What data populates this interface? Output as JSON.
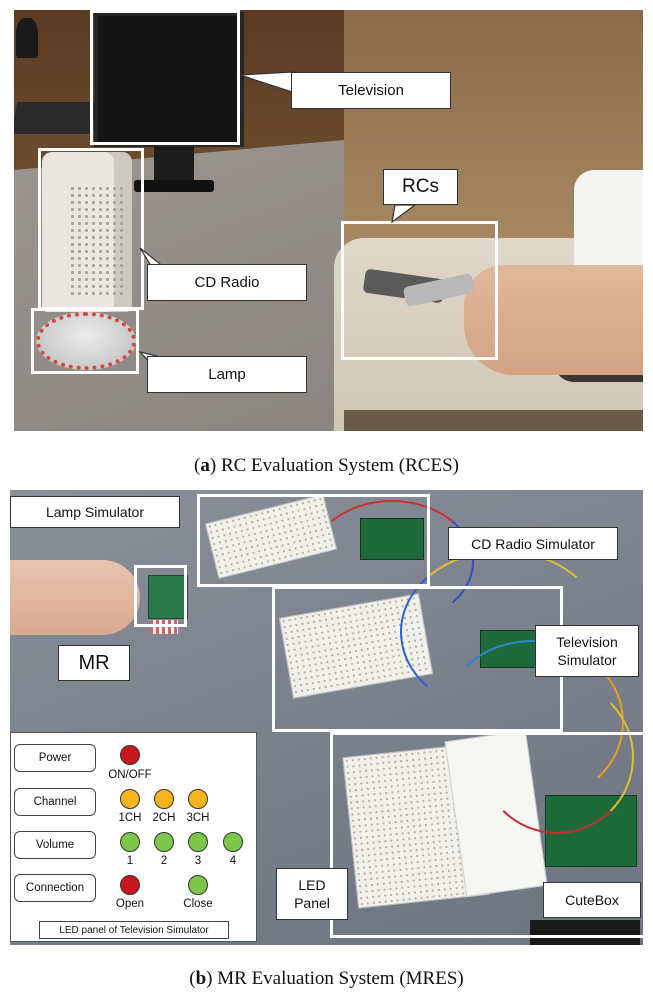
{
  "figure_a": {
    "labels": {
      "television": "Television",
      "rcs": "RCs",
      "cd_radio": "CD Radio",
      "lamp": "Lamp"
    },
    "caption_letter": "a",
    "caption_text": "RC Evaluation System (RCES)"
  },
  "figure_b": {
    "labels": {
      "lamp_simulator": "Lamp Simulator",
      "cd_radio_simulator": "CD Radio Simulator",
      "mr": "MR",
      "television_simulator_line1": "Television",
      "television_simulator_line2": "Simulator",
      "led_panel_line1": "LED",
      "led_panel_line2": "Panel",
      "cutebox": "CuteBox"
    },
    "led_panel": {
      "rows": [
        {
          "label": "Power",
          "leds": [
            {
              "color": "#c8181e",
              "caption": "ON/OFF"
            }
          ]
        },
        {
          "label": "Channel",
          "leds": [
            {
              "color": "#f5b41e",
              "caption": "1CH"
            },
            {
              "color": "#f5b41e",
              "caption": "2CH"
            },
            {
              "color": "#f5b41e",
              "caption": "3CH"
            }
          ]
        },
        {
          "label": "Volume",
          "leds": [
            {
              "color": "#7cc64a",
              "caption": "1"
            },
            {
              "color": "#7cc64a",
              "caption": "2"
            },
            {
              "color": "#7cc64a",
              "caption": "3"
            },
            {
              "color": "#7cc64a",
              "caption": "4"
            }
          ]
        },
        {
          "label": "Connection",
          "leds": [
            {
              "color": "#c8181e",
              "caption": "Open"
            },
            {
              "color": "#7cc64a",
              "caption": "Close"
            }
          ]
        }
      ],
      "caption": "LED panel of Television Simulator"
    },
    "caption_letter": "b",
    "caption_text": "MR Evaluation System (MRES)"
  }
}
